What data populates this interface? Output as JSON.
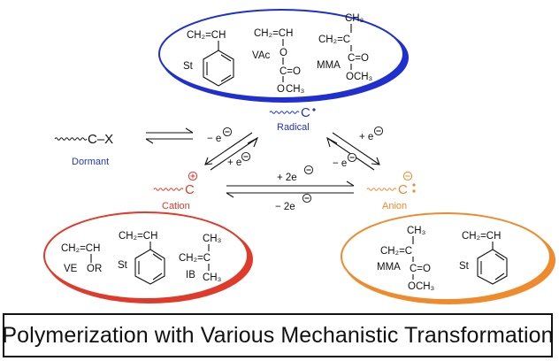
{
  "colors": {
    "dormant": "#2038c8",
    "radical": "#1f2fd0",
    "cation": "#e03a2a",
    "anion": "#ef8a2d",
    "text": "#111111"
  },
  "species": {
    "dormant": {
      "group": "C–X",
      "label": "Dormant"
    },
    "radical": {
      "symbol": "C",
      "label": "Radical"
    },
    "cation": {
      "symbol": "C",
      "label": "Cation"
    },
    "anion": {
      "symbol": "C",
      "label": "Anion"
    }
  },
  "arrows": {
    "dormant_radical_fwd": "− e",
    "radical_cation_fwd": "+ e",
    "radical_anion_fwd": "+ e",
    "anion_radical_back": "− e",
    "cation_anion_fwd": "+ 2e",
    "anion_cation_back": "− 2e"
  },
  "radical_monomers": {
    "st": {
      "abbr": "St",
      "formula": "CH₂=CH"
    },
    "vac": {
      "abbr": "VAc",
      "formula": "CH₂=CH",
      "o_link": "O",
      "carbonyl": "C=O",
      "methyl": "CH₃"
    },
    "mma": {
      "abbr": "MMA",
      "formula": "CH₂=C",
      "top_methyl": "CH₃",
      "carbonyl": "C=O",
      "ester": "OCH₃"
    }
  },
  "cation_monomers": {
    "ve": {
      "abbr": "VE",
      "formula": "CH₂=CH",
      "substituent": "OR"
    },
    "st": {
      "abbr": "St",
      "formula": "CH₂=CH"
    },
    "ib": {
      "abbr": "IB",
      "formula": "CH₂=C",
      "top_methyl": "CH₃",
      "bottom_methyl": "CH₃"
    }
  },
  "anion_monomers": {
    "mma": {
      "abbr": "MMA",
      "formula": "CH₂=C",
      "top_methyl": "CH₃",
      "carbonyl": "C=O",
      "ester": "OCH₃"
    },
    "st": {
      "abbr": "St",
      "formula": "CH₂=CH"
    }
  },
  "title": "Polymerization with Various Mechanistic Transformation"
}
